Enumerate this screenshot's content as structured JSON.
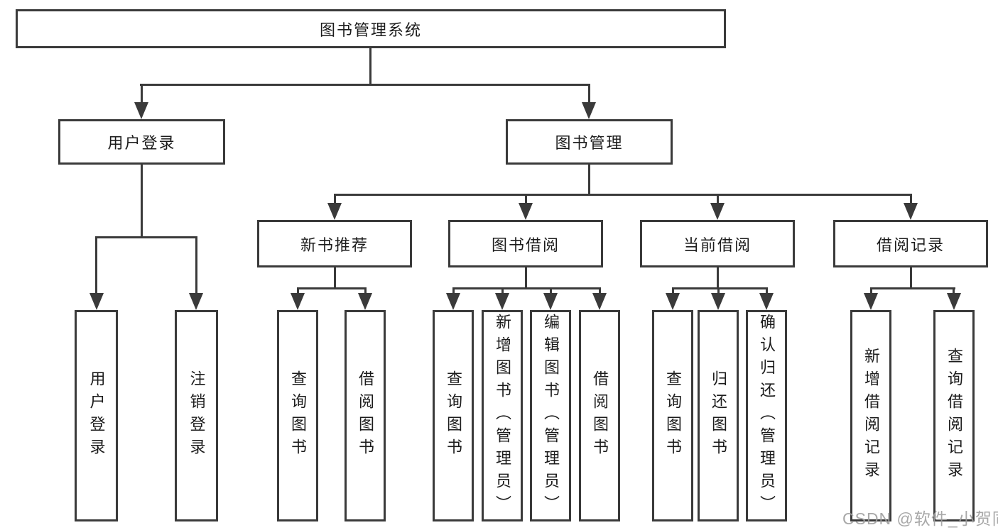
{
  "diagram": {
    "root": {
      "label": "图书管理系统"
    },
    "children": [
      {
        "label": "用户登录",
        "children": [
          {
            "label": "用户登录"
          },
          {
            "label": "注销登录"
          }
        ]
      },
      {
        "label": "图书管理",
        "children": [
          {
            "label": "新书推荐",
            "children": [
              {
                "label": "查询图书"
              },
              {
                "label": "借阅图书"
              }
            ]
          },
          {
            "label": "图书借阅",
            "children": [
              {
                "label": "查询图书"
              },
              {
                "label": "新增图书（管理员）"
              },
              {
                "label": "编辑图书（管理员）"
              },
              {
                "label": "借阅图书"
              }
            ]
          },
          {
            "label": "当前借阅",
            "children": [
              {
                "label": "查询图书"
              },
              {
                "label": "归还图书"
              },
              {
                "label": "确认归还（管理员）"
              }
            ]
          },
          {
            "label": "借阅记录",
            "children": [
              {
                "label": "新增借阅记录"
              },
              {
                "label": "查询借阅记录"
              }
            ]
          }
        ]
      }
    ]
  },
  "watermark": {
    "text": "CSDN @软件_小贺同学"
  },
  "colors": {
    "line": "#3a3a3a",
    "text": "#1c1c1c",
    "watermark": "#9e9e9e",
    "background": "#ffffff"
  }
}
